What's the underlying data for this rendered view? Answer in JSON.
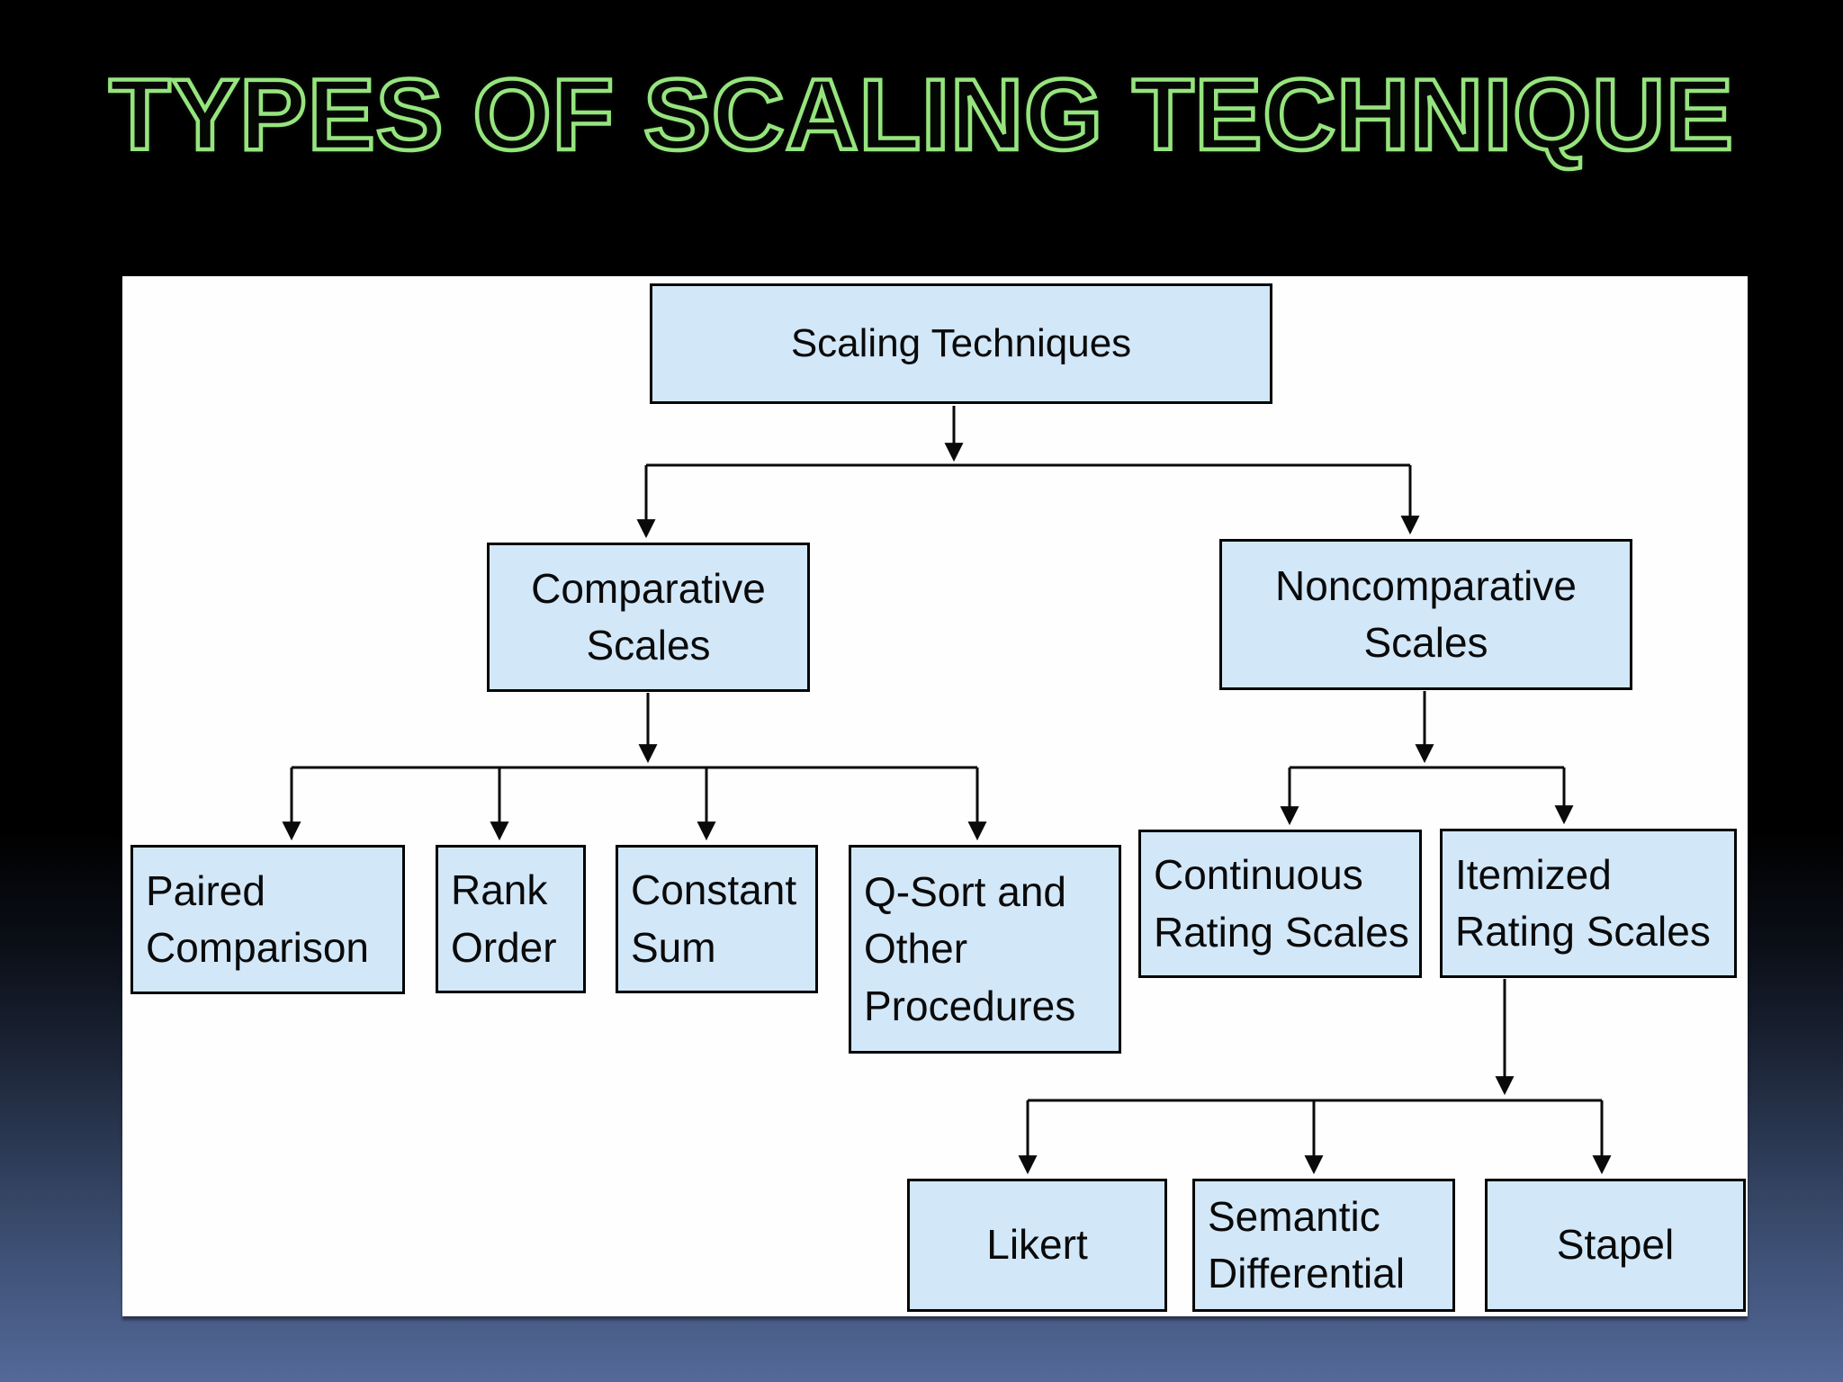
{
  "title": "TYPES OF SCALING TECHNIQUE",
  "colors": {
    "title_outline": "#96e47e",
    "background_top": "#000000",
    "background_bottom": "#54699a",
    "panel": "#fefefe",
    "box_fill": "#d2e7f8",
    "box_border": "#040404",
    "connector_line": "#0a0a0a",
    "text": "#0a0a0a"
  },
  "diagram": {
    "type": "hierarchy-flowchart",
    "nodes": {
      "root": {
        "label": "Scaling Techniques"
      },
      "comparative": {
        "label": "Comparative Scales"
      },
      "noncomparative": {
        "label": "Noncomparative Scales"
      },
      "paired": {
        "label": "Paired Comparison"
      },
      "rank": {
        "label": "Rank Order"
      },
      "constant": {
        "label": "Constant Sum"
      },
      "qsort": {
        "label": "Q-Sort and Other Procedures"
      },
      "continuous": {
        "label": "Continuous Rating Scales"
      },
      "itemized": {
        "label": "Itemized Rating Scales"
      },
      "likert": {
        "label": "Likert"
      },
      "semantic": {
        "label": "Semantic Differential"
      },
      "stapel": {
        "label": "Stapel"
      }
    },
    "edges": [
      [
        "root",
        "comparative"
      ],
      [
        "root",
        "noncomparative"
      ],
      [
        "comparative",
        "paired"
      ],
      [
        "comparative",
        "rank"
      ],
      [
        "comparative",
        "constant"
      ],
      [
        "comparative",
        "qsort"
      ],
      [
        "noncomparative",
        "continuous"
      ],
      [
        "noncomparative",
        "itemized"
      ],
      [
        "itemized",
        "likert"
      ],
      [
        "itemized",
        "semantic"
      ],
      [
        "itemized",
        "stapel"
      ]
    ]
  }
}
